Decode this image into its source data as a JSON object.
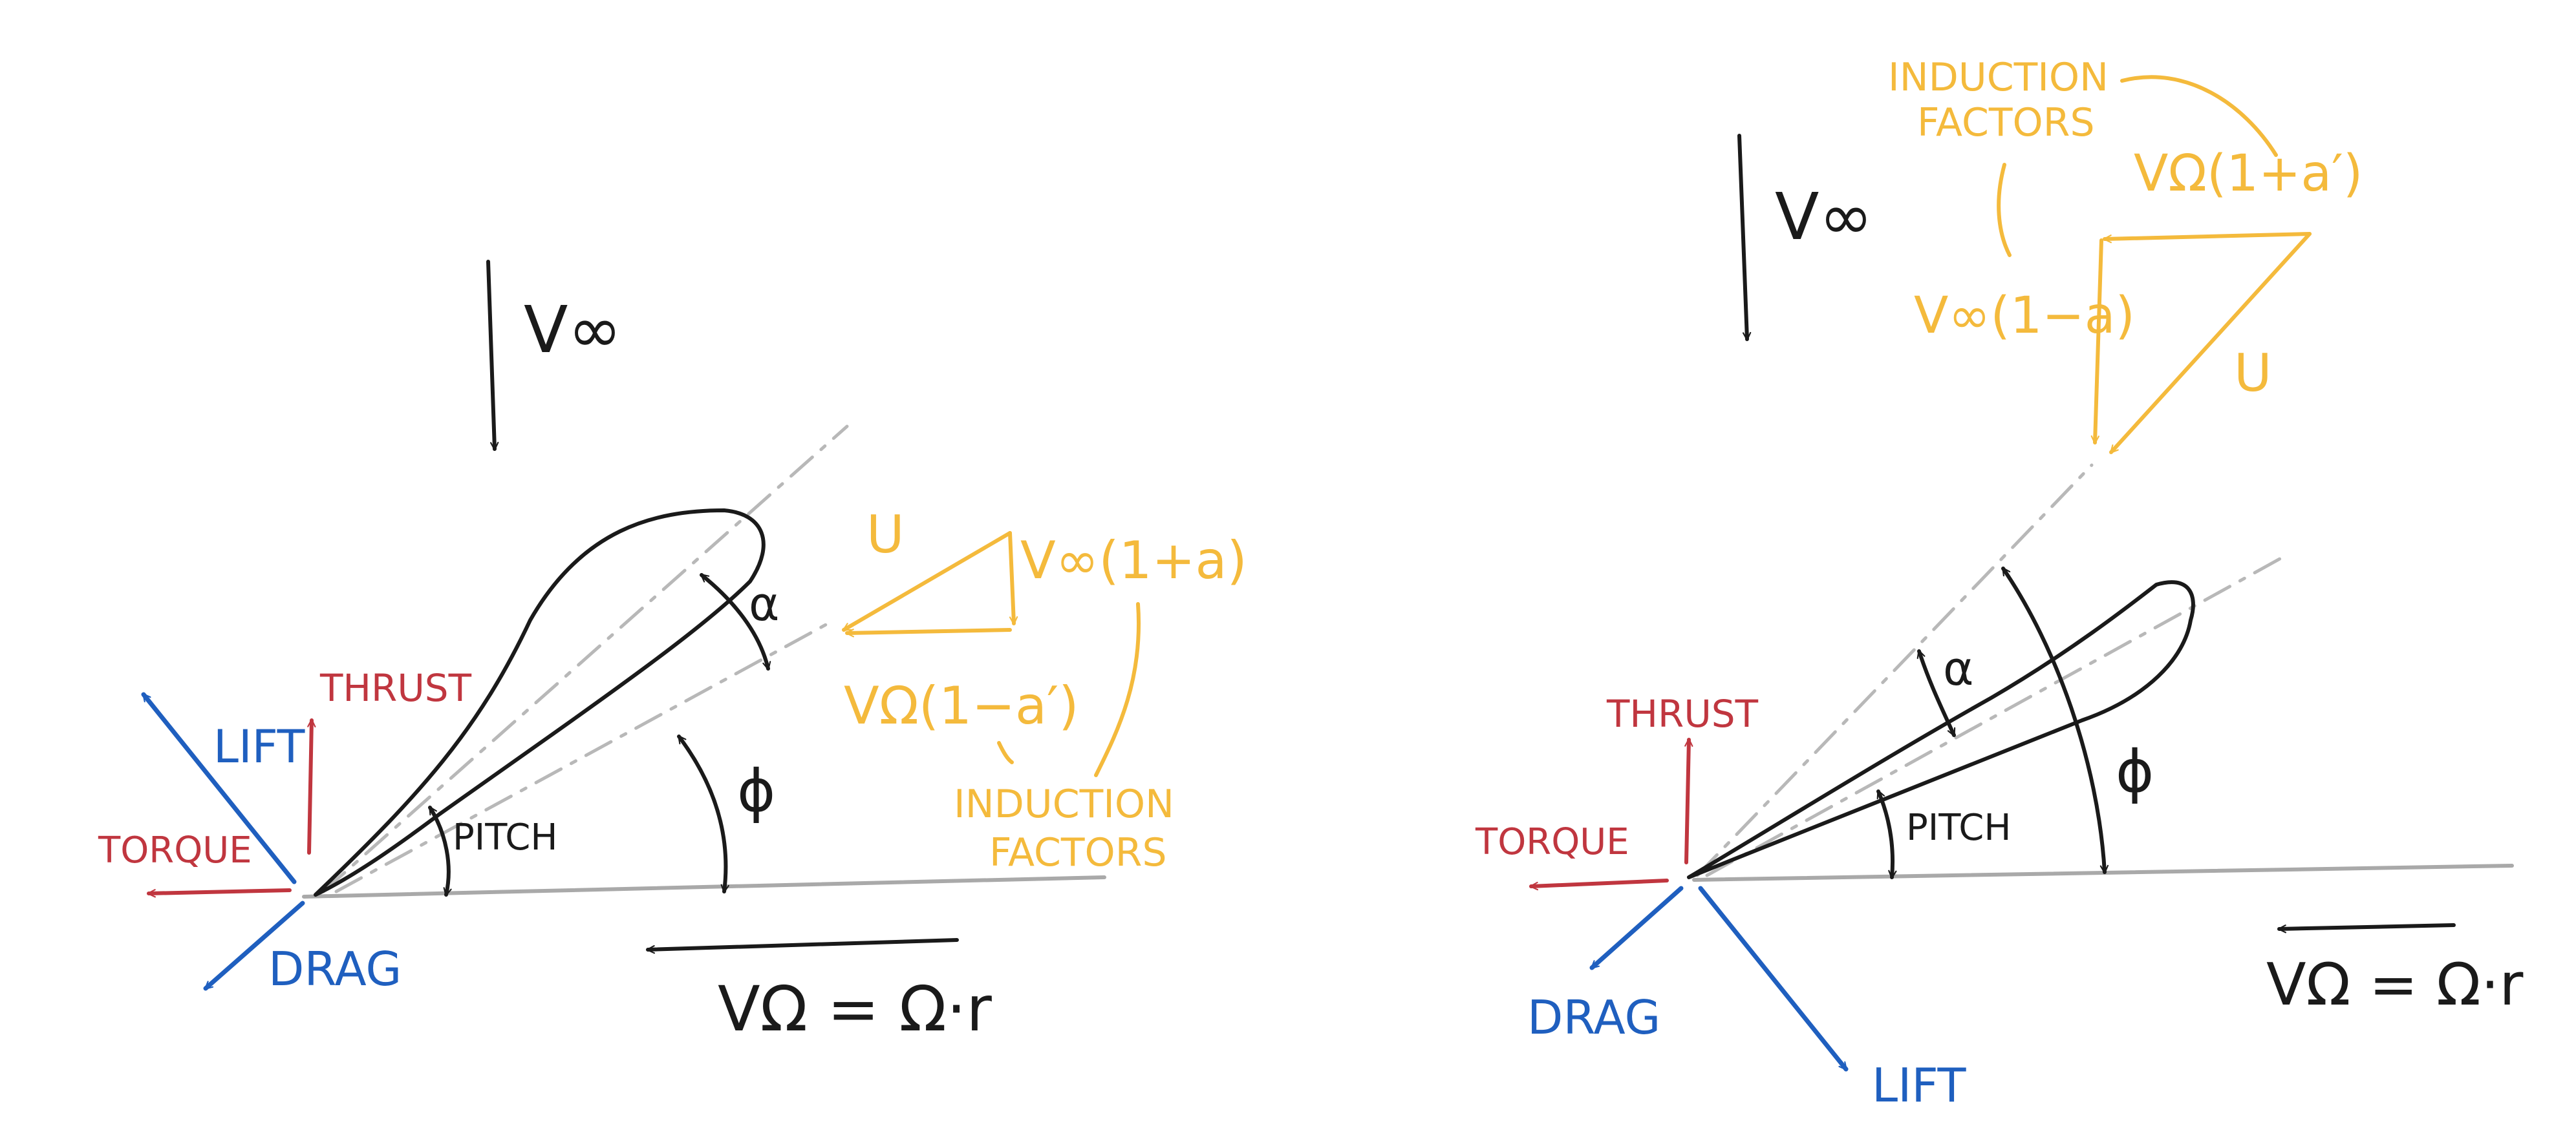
{
  "colors": {
    "ink": "#1a1a1a",
    "chord": "#a9a9a9",
    "force_red": "#c0363f",
    "force_blue": "#1f5fbf",
    "velocity_yellow": "#f4ba3c"
  },
  "left": {
    "freestream": "V∞",
    "rotational_velocity": "VΩ = Ω·r",
    "thrust": "THRUST",
    "lift": "LIFT",
    "torque": "TORQUE",
    "drag": "DRAG",
    "pitch": "PITCH",
    "alpha": "α",
    "phi": "ϕ",
    "relative_velocity": "U",
    "axial_component": "V∞(1+a)",
    "tangential_component": "VΩ(1−a′)",
    "induction_line1": "INDUCTION",
    "induction_line2": "FACTORS"
  },
  "right": {
    "freestream": "V∞",
    "rotational_velocity": "VΩ = Ω·r",
    "thrust": "THRUST",
    "lift": "LIFT",
    "torque": "TORQUE",
    "drag": "DRAG",
    "pitch": "PITCH",
    "alpha": "α",
    "phi": "ϕ",
    "relative_velocity": "U",
    "axial_component": "V∞(1−a)",
    "tangential_component": "VΩ(1+a′)",
    "induction_line1": "INDUCTION",
    "induction_line2": "FACTORS"
  }
}
